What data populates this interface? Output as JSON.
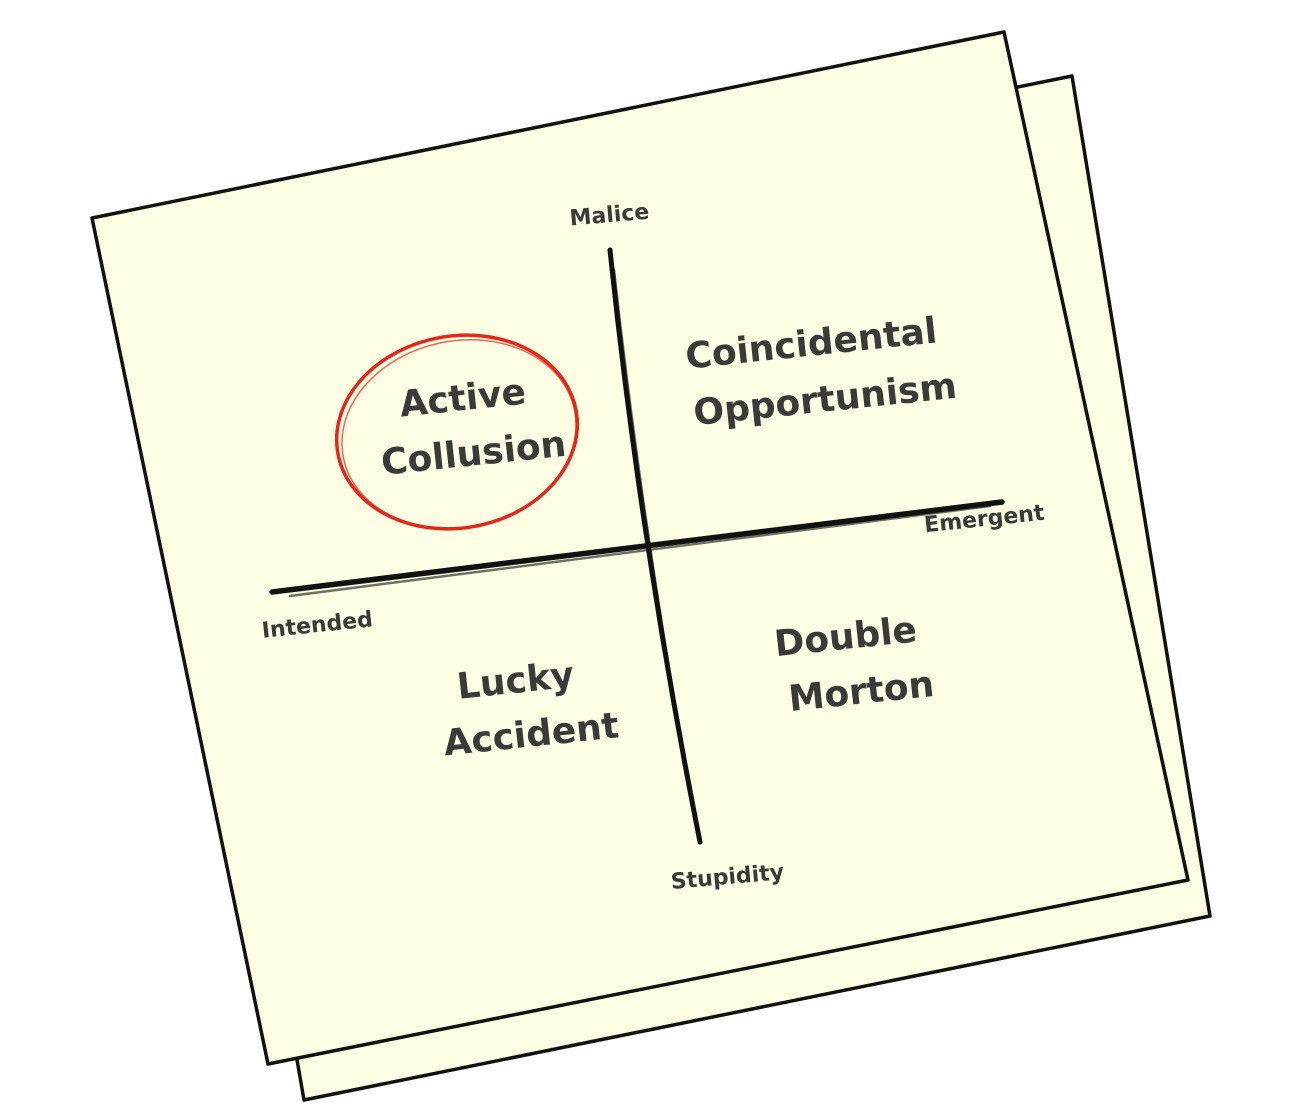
{
  "colors": {
    "paper": "#fdfde3",
    "stroke": "#111111",
    "text": "#3a3a3a",
    "highlight": "#e0281b"
  },
  "axes": {
    "top": "Malice",
    "bottom": "Stupidity",
    "left": "Intended",
    "right": "Emergent"
  },
  "quadrants": {
    "top_left": {
      "line1": "Active",
      "line2": "Collusion",
      "highlighted": true
    },
    "top_right": {
      "line1": "Coincidental",
      "line2": "Opportunism"
    },
    "bottom_left": {
      "line1": "Lucky",
      "line2": "Accident"
    },
    "bottom_right": {
      "line1": "Double",
      "line2": "Morton"
    }
  }
}
